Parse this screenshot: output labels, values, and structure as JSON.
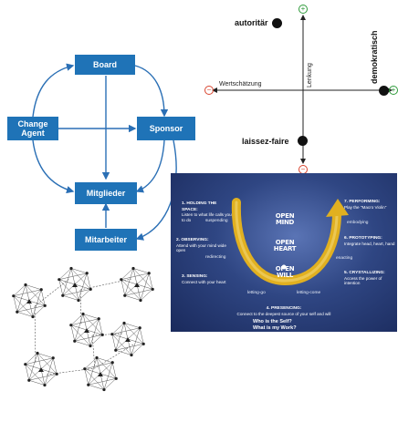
{
  "org_diagram": {
    "board": "Board",
    "change_agent": "Change Agent",
    "sponsor": "Sponsor",
    "mitglieder": "Mitglieder",
    "mitarbeiter": "Mitarbeiter",
    "color": "#1f73b7"
  },
  "style_grid": {
    "autoritaer": "autoritär",
    "demokratisch": "demokratisch",
    "laissez_faire": "laissez-faire",
    "wertschaetzung": "Wertschätzung",
    "lenkung": "Lenkung",
    "plus_color": "#2e9a3a",
    "minus_color": "#d9452f"
  },
  "theory_u": {
    "holding": {
      "title": "1. HOLDING THE SPACE:",
      "text": "Listen to what life calls you to do"
    },
    "observing": {
      "title": "2. OBSERVING:",
      "text": "Attend with your mind wide open"
    },
    "sensing": {
      "title": "3. SENSING:",
      "text": "Connect with your heart"
    },
    "presencing": {
      "title": "4. PRESENCING:",
      "text": "Connect to the deepest source of your self and will"
    },
    "crystallizing": {
      "title": "5. CRYSTALLIZING:",
      "text": "Access the power of intention"
    },
    "prototyping": {
      "title": "6. PROTOTYPING:",
      "text": "Integrate head, heart, hand"
    },
    "performing": {
      "title": "7. PERFORMING:",
      "text": "Play the \"Macro Violin\""
    },
    "suspending": "suspending",
    "redirecting": "redirecting",
    "letting_go": "letting-go",
    "letting_come": "letting-come",
    "enacting": "enacting",
    "embodying": "embodying",
    "open_mind": "OPEN MIND",
    "open_heart": "OPEN HEART",
    "open_will": "OPEN WILL",
    "question_self": "Who is the Self?",
    "question_work": "What is my Work?",
    "accent": "#e1b020"
  },
  "network": {
    "clusters": 7,
    "icon": "network-graph-icon"
  }
}
